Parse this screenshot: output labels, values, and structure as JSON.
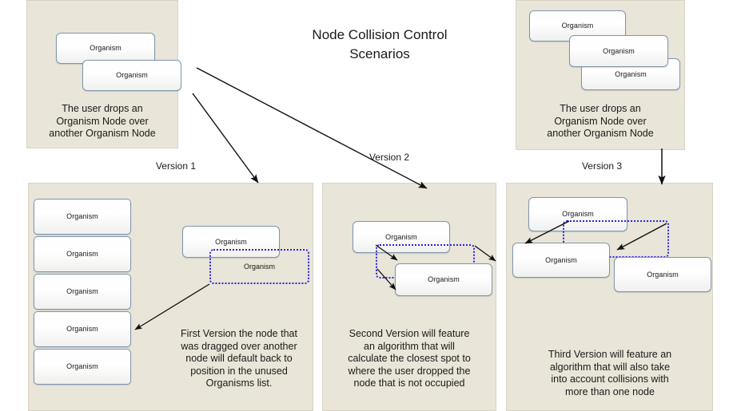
{
  "title": {
    "line1": "Node Collision Control",
    "line2": "Scenarios"
  },
  "node_label": "Organism",
  "colors": {
    "panel_background": "#e9e5d8",
    "panel_border": "#d8d3c4",
    "node_border": "#7d96ad",
    "node_fill": "#fdfdfd",
    "ghost_border": "#2b25e0",
    "arrow": "#101010",
    "text": "#1a1a1a",
    "page_background": "#ffffff"
  },
  "scenarios": {
    "top_left": {
      "caption": "The user drops an Organism Node over another Organism Node",
      "caption_lines": [
        "The user drops an",
        "Organism Node over",
        "another Organism Node"
      ],
      "nodes": [
        {
          "label": "Organism"
        },
        {
          "label": "Organism"
        }
      ]
    },
    "top_right": {
      "caption": "The user drops an Organism Node over another Organism Node",
      "caption_lines": [
        "The user drops an",
        "Organism Node over",
        "another Organism Node"
      ],
      "nodes": [
        {
          "label": "Organism"
        },
        {
          "label": "Organism"
        },
        {
          "label": "Organism"
        }
      ]
    }
  },
  "versions": [
    {
      "id": "version-1",
      "label": "Version 1",
      "caption_lines": [
        "First Version the node that",
        "was dragged over another",
        "node will default back to",
        "position in the unused",
        "Organisms list."
      ],
      "caption": "First Version the node that was dragged over another node will default back to position in the unused Organisms list.",
      "list_nodes": [
        {
          "label": "Organism"
        },
        {
          "label": "Organism"
        },
        {
          "label": "Organism"
        },
        {
          "label": "Organism"
        },
        {
          "label": "Organism"
        }
      ],
      "solid_nodes": [
        {
          "label": "Organism"
        }
      ],
      "ghost_nodes": [
        {
          "label": "Organism"
        }
      ]
    },
    {
      "id": "version-2",
      "label": "Version 2",
      "caption_lines": [
        "Second Version will feature",
        "an algorithm that will",
        "calculate the closest spot to",
        "where the user dropped the",
        "node that is not occupied"
      ],
      "caption": "Second Version will feature an algorithm that will calculate the closest spot to where the user dropped the node that is not occupied",
      "solid_nodes": [
        {
          "label": "Organism"
        },
        {
          "label": "Organism"
        }
      ],
      "ghost_nodes": [
        {
          "label": ""
        }
      ]
    },
    {
      "id": "version-3",
      "label": "Version 3",
      "caption_lines": [
        "Third Version will feature an",
        "algorithm that will also take",
        "into account collisions with",
        "more than one node"
      ],
      "caption": "Third Version will feature an algorithm that will also take into account collisions with more than one node",
      "solid_nodes": [
        {
          "label": "Organism"
        },
        {
          "label": "Organism"
        },
        {
          "label": "Organism"
        }
      ],
      "ghost_nodes": [
        {
          "label": ""
        }
      ]
    }
  ]
}
